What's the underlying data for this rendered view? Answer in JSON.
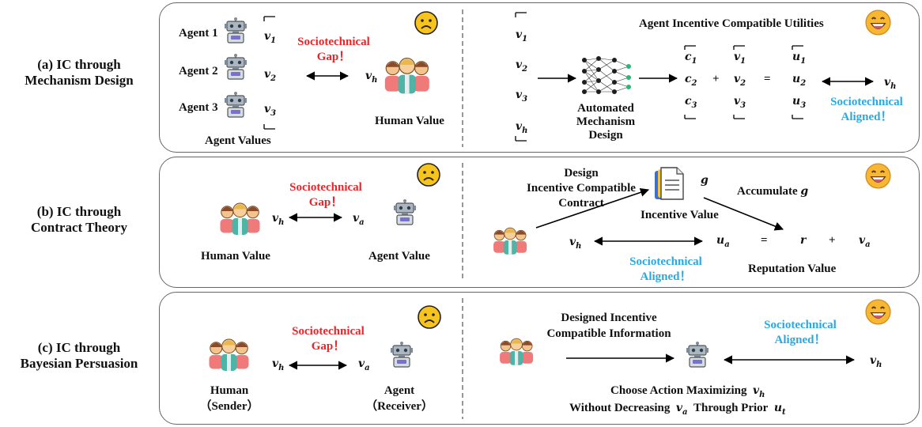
{
  "row_a": {
    "label_l1": "(a) IC through",
    "label_l2": "Mechanism Design",
    "agent1": "Agent 1",
    "agent2": "Agent 2",
    "agent3": "Agent 3",
    "agent_values": "Agent Values",
    "v1": "v",
    "v2": "v",
    "v3": "v",
    "gap_l1": "Sociotechnical",
    "gap_l2": "Gap！",
    "vh": "v",
    "human_value": "Human Value",
    "utilities_title": "Agent Incentive Compatible Utilities",
    "amd_l1": "Automated",
    "amd_l2": "Mechanism",
    "amd_l3": "Design",
    "c1": "c",
    "c2": "c",
    "c3": "c",
    "u1": "u",
    "u2": "u",
    "u3": "u",
    "plus": "+",
    "eq": "=",
    "aligned_l1": "Sociotechnical",
    "aligned_l2": "Aligned！"
  },
  "row_b": {
    "label_l1": "(b) IC through",
    "label_l2": "Contract Theory",
    "gap_l1": "Sociotechnical",
    "gap_l2": "Gap！",
    "human_value": "Human Value",
    "agent_value": "Agent Value",
    "design_l1": "Design",
    "design_l2": "Incentive Compatible",
    "design_l3": "Contract",
    "g": "g",
    "accumulate": "Accumulate",
    "incentive_value": "Incentive Value",
    "ua": "u",
    "r": "r",
    "va": "v",
    "eq": "=",
    "plus": "+",
    "aligned_l1": "Sociotechnical",
    "aligned_l2": "Aligned！",
    "reputation_value": "Reputation Value"
  },
  "row_c": {
    "label_l1": "(c) IC through",
    "label_l2": "Bayesian Persuasion",
    "gap_l1": "Sociotechnical",
    "gap_l2": "Gap！",
    "human_l1": "Human",
    "human_l2": "（Sender）",
    "agent_l1": "Agent",
    "agent_l2": "（Receiver）",
    "designed_l1": "Designed Incentive",
    "designed_l2": "Compatible Information",
    "aligned_l1": "Sociotechnical",
    "aligned_l2": "Aligned！",
    "choose_text": "Choose Action Maximizing",
    "without_text": "Without Decreasing",
    "through_text": "Through Prior",
    "ut": "u"
  },
  "subs": {
    "one": "1",
    "two": "2",
    "three": "3",
    "h": "h",
    "a": "a",
    "t": "t"
  },
  "colors": {
    "gap_red": "#e8262a",
    "aligned_blue": "#29a9e0",
    "emoji_yellow": "#f7c31d",
    "panel_border": "#666666"
  },
  "icons": [
    "robot-icon",
    "human-group-icon",
    "sad-face-icon",
    "happy-face-icon",
    "neural-network-icon",
    "document-stack-icon"
  ]
}
